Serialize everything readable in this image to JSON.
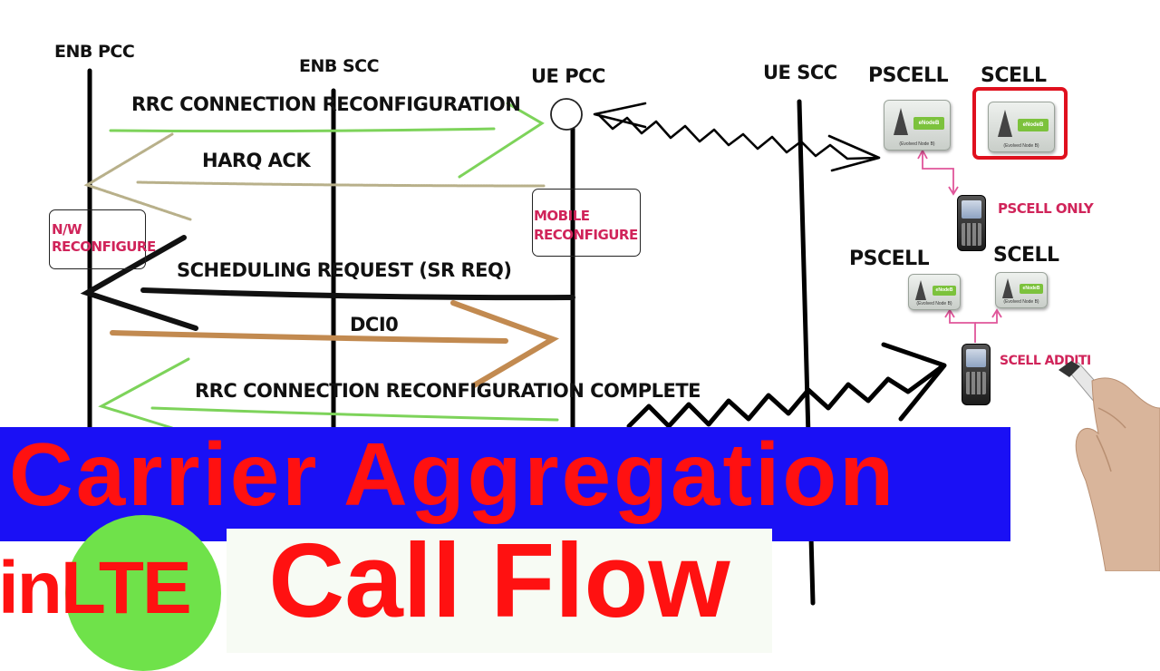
{
  "columns": {
    "enb_pcc": "ENB PCC",
    "enb_scc": "ENB SCC",
    "ue_pcc": "UE PCC",
    "ue_scc": "UE SCC"
  },
  "messages": {
    "rrc_reconfig": "RRC CONNECTION RECONFIGURATION",
    "harq_ack": "HARQ ACK",
    "sr_req": "SCHEDULING REQUEST (SR REQ)",
    "dci0": "DCI0",
    "rrc_complete": "RRC CONNECTION RECONFIGURATION COMPLETE"
  },
  "boxes": {
    "nw_line1": "N/W",
    "nw_line2": "RECONFIGURE",
    "mobile_line1": "MOBILE",
    "mobile_line2": "RECONFIGURE"
  },
  "cells_top": {
    "pscell": "PSCELL",
    "scell": "SCELL",
    "note": "PSCELL ONLY"
  },
  "cells_bottom": {
    "pscell": "PSCELL",
    "scell": "SCELL",
    "note": "SCELL ADDITI"
  },
  "tower": {
    "chip": "eNodeB",
    "caption": "(Evolved Node B)"
  },
  "titles": {
    "line1": "Carrier Aggregation",
    "in": "in",
    "lte": "LTE",
    "line2": "Call Flow"
  },
  "colors": {
    "banner_blue": "#1a10f5",
    "title_red": "#ff1111",
    "lte_green": "#6fe24a",
    "note_pink": "#d0245a",
    "scell_highlight": "#e0101e",
    "arrow_green": "#7dd35a",
    "arrow_olive": "#b8b08a",
    "arrow_brown": "#c28a50"
  }
}
